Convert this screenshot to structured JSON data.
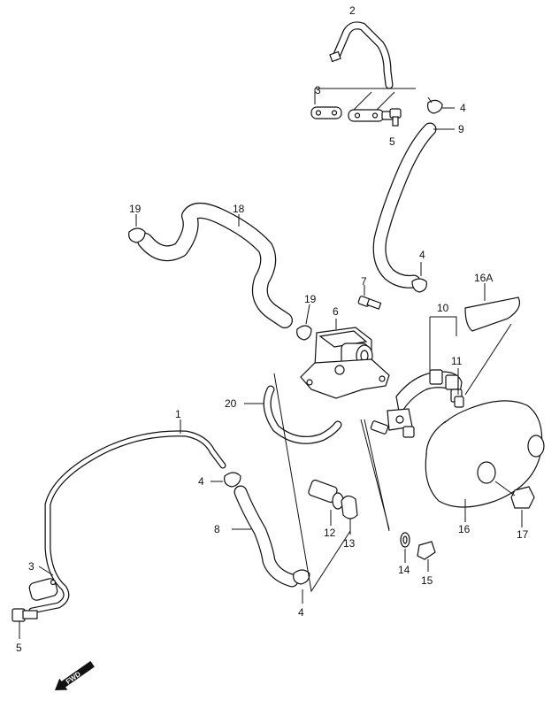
{
  "callouts": {
    "c1": "1",
    "c2": "2",
    "c3a": "3",
    "c3b": "3",
    "c4a": "4",
    "c4b": "4",
    "c4c": "4",
    "c4d": "4",
    "c5a": "5",
    "c5b": "5",
    "c6": "6",
    "c7": "7",
    "c8": "8",
    "c9": "9",
    "c10": "10",
    "c11": "11",
    "c12": "12",
    "c13": "13",
    "c14": "14",
    "c15": "15",
    "c16": "16",
    "c16a": "16A",
    "c17": "17",
    "c18": "18",
    "c19a": "19",
    "c19b": "19",
    "c20": "20"
  },
  "fwd_label": "FWD"
}
